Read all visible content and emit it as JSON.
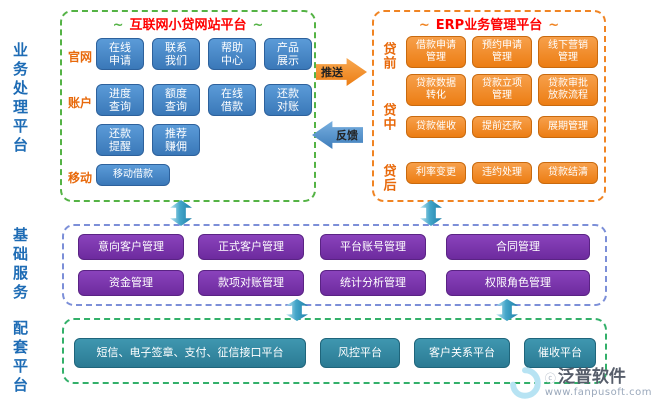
{
  "left_labels": [
    {
      "text": "业务处理平台"
    },
    {
      "text": "基础服务"
    },
    {
      "text": "配套平台"
    }
  ],
  "website_platform": {
    "decor": "~",
    "title": "互联网小贷网站平台",
    "rows": [
      {
        "label": "官网",
        "buttons": [
          "在线申请",
          "联系我们",
          "帮助中心",
          "产品展示"
        ]
      },
      {
        "label": "账户",
        "buttons": [
          "进度查询",
          "额度查询",
          "在线借款",
          "还款对账"
        ]
      },
      {
        "buttons": [
          "还款提醒",
          "推荐赚佣"
        ]
      },
      {
        "label": "移动",
        "buttons": [
          "移动借款"
        ]
      }
    ]
  },
  "flow_arrows": {
    "push": "推送",
    "feedback": "反馈"
  },
  "erp_platform": {
    "decor": "~",
    "title": "ERP业务管理平台",
    "stages": [
      "贷前",
      "贷中",
      "贷后"
    ],
    "rows": [
      [
        "借款申请管理",
        "预约申请管理",
        "线下营销管理"
      ],
      [
        "贷款数据转化",
        "贷款立项管理",
        "贷款审批放款流程"
      ],
      [
        "贷款催收",
        "提前还款",
        "展期管理"
      ],
      [
        "利率变更",
        "违约处理",
        "贷款结清"
      ]
    ]
  },
  "base_services": {
    "rows": [
      [
        "意向客户管理",
        "正式客户管理",
        "平台账号管理",
        "合同管理"
      ],
      [
        "资金管理",
        "款项对账管理",
        "统计分析管理",
        "权限角色管理"
      ]
    ]
  },
  "support_platform": {
    "buttons": [
      "短信、电子签章、支付、征信接口平台",
      "风控平台",
      "客户关系平台",
      "催收平台"
    ]
  },
  "watermark": {
    "copyright": "ⓒ",
    "name": "泛普软件",
    "url": "www.fanpusoft.com"
  },
  "colors": {
    "title_red": "#fe0000",
    "section_label_blue": "#1e6cb5",
    "row_label_orange": "#e8690b",
    "blue_button": "#3a78b8",
    "orange_button": "#ec7d13",
    "purple_button": "#6d2b9e",
    "teal_button": "#2b7a93",
    "website_border_green": "#54b345",
    "erp_border_orange": "#f08423",
    "base_border_blue": "#7c8fd8",
    "support_border_green": "#33b06a",
    "connector_teal": "#1c7ea8"
  }
}
